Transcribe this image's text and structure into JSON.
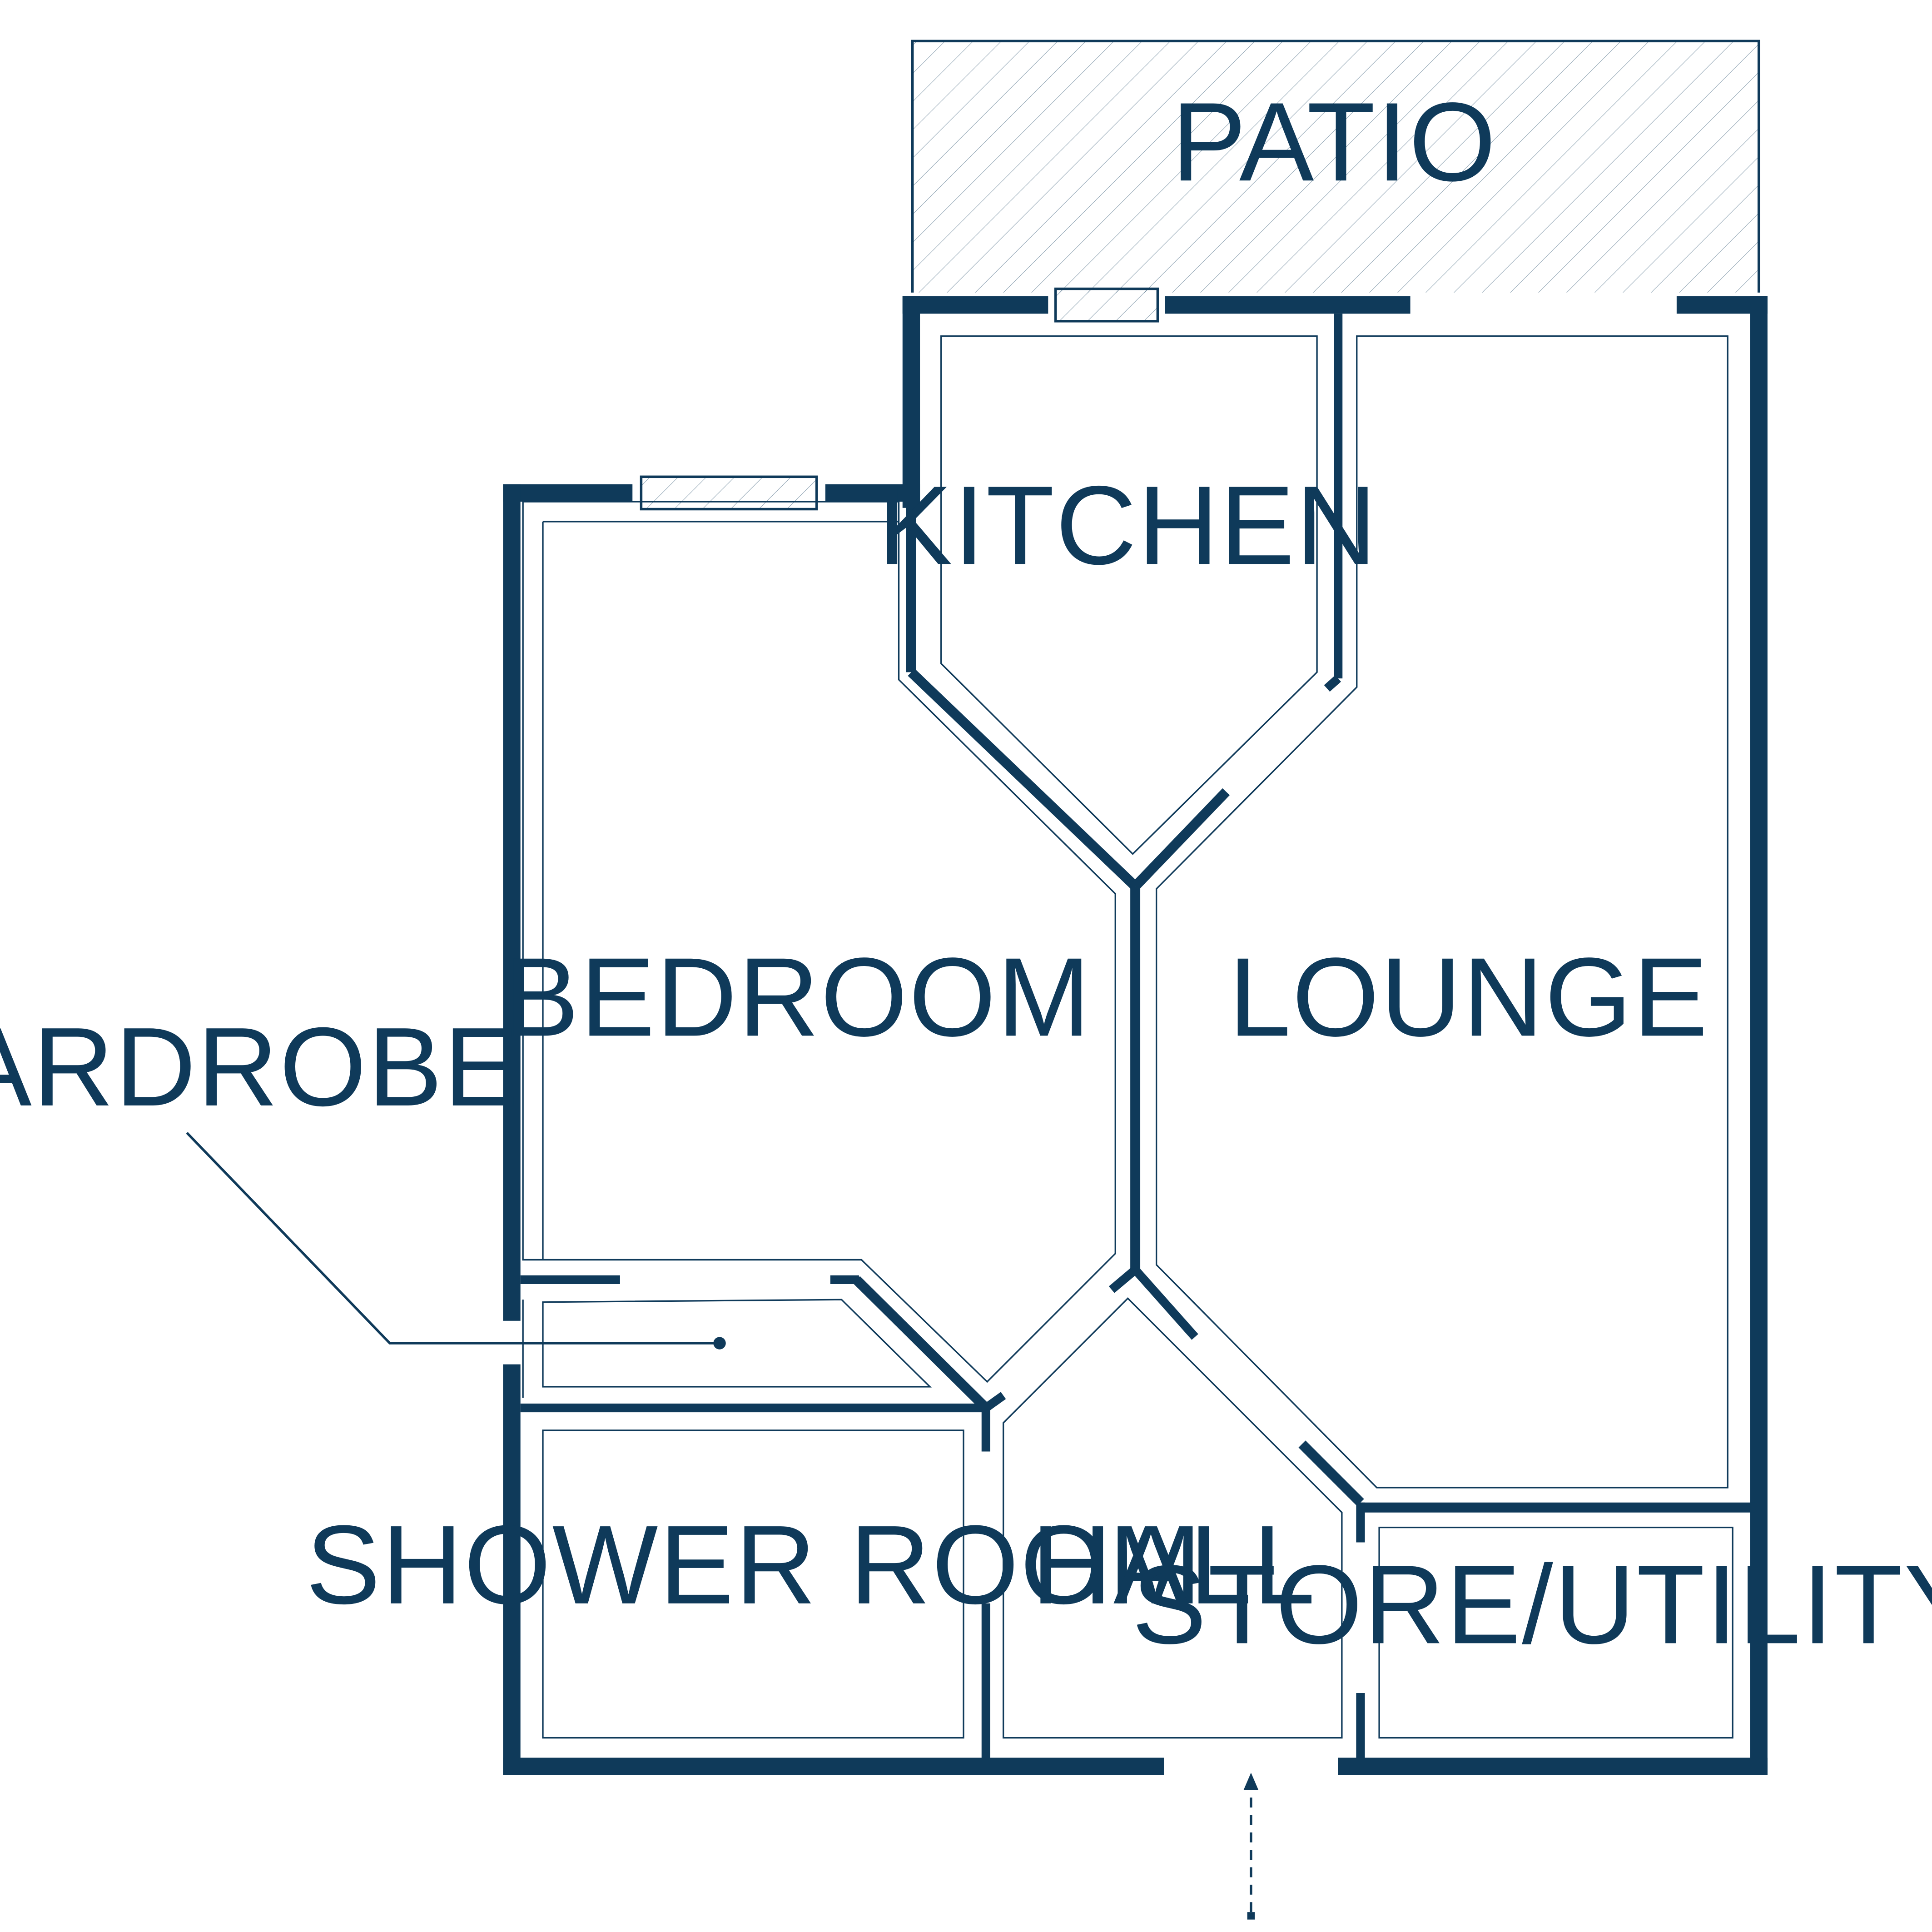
{
  "rooms": {
    "patio": "PATIO",
    "kitchen": "KITCHEN",
    "bedroom": "BEDROOM",
    "lounge": "LOUNGE",
    "wardrobe": "WARDROBE",
    "shower_room": "SHOWER ROOM",
    "hall": "HALL",
    "store_utility": "STORE/UTILITY"
  },
  "colors": {
    "wall": "#0f3a5a",
    "background": "#ffffff"
  }
}
